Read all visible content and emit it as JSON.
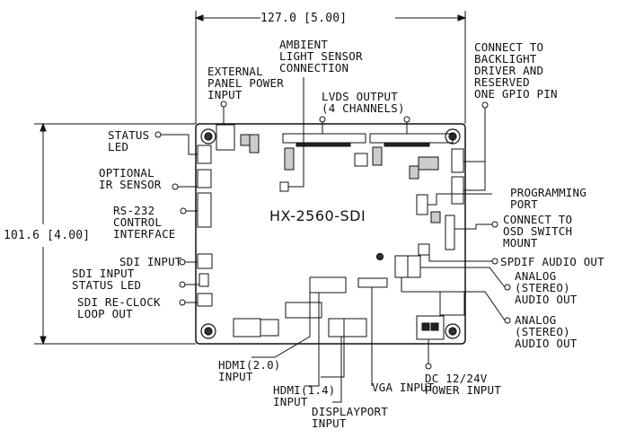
{
  "dimensions": {
    "width": "127.0 [5.00]",
    "height": "101.6 [4.00]"
  },
  "board": {
    "model": "HX-2560-SDI"
  },
  "callouts": {
    "ambient": "AMBIENT\nLIGHT SENSOR\nCONNECTION",
    "panel_power": "EXTERNAL\nPANEL POWER\nINPUT",
    "lvds": "LVDS OUTPUT\n(4 CHANNELS)",
    "backlight": "CONNECT TO\nBACKLIGHT\nDRIVER AND\nRESERVED\nONE GPIO PIN",
    "status_led": "STATUS\nLED",
    "ir_sensor": "OPTIONAL\nIR SENSOR",
    "rs232": "RS-232\nCONTROL\nINTERFACE",
    "sdi_input": "SDI INPUT",
    "sdi_status": "SDI INPUT\nSTATUS LED",
    "sdi_reclock": "SDI RE-CLOCK\nLOOP OUT",
    "programming": "PROGRAMMING\nPORT",
    "osd": "CONNECT TO\nOSD SWITCH\nMOUNT",
    "spdif": "SPDIF AUDIO OUT",
    "analog1": "ANALOG\n(STEREO)\nAUDIO OUT",
    "analog2": "ANALOG\n(STEREO)\nAUDIO OUT",
    "hdmi20": "HDMI(2.0)\nINPUT",
    "hdmi14": "HDMI(1.4)\nINPUT",
    "displayport": "DISPLAYPORT\nINPUT",
    "vga": "VGA INPUT",
    "dc_power": "DC 12/24V\nPOWER INPUT"
  }
}
